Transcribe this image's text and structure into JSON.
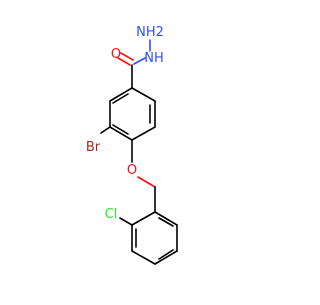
{
  "molecule": {
    "atom_labels": {
      "hydrazide_nh2": "NH2",
      "hydrazide_nh": "NH",
      "carbonyl_oxygen": "O",
      "bromine": "Br",
      "ether_oxygen": "O",
      "chlorine": "Cl"
    },
    "colors": {
      "bond": "#000000",
      "nitrogen": "#3050F8",
      "oxygen": "#FF0D0D",
      "bromine": "#A62929",
      "chlorine": "#1FF01F"
    }
  }
}
